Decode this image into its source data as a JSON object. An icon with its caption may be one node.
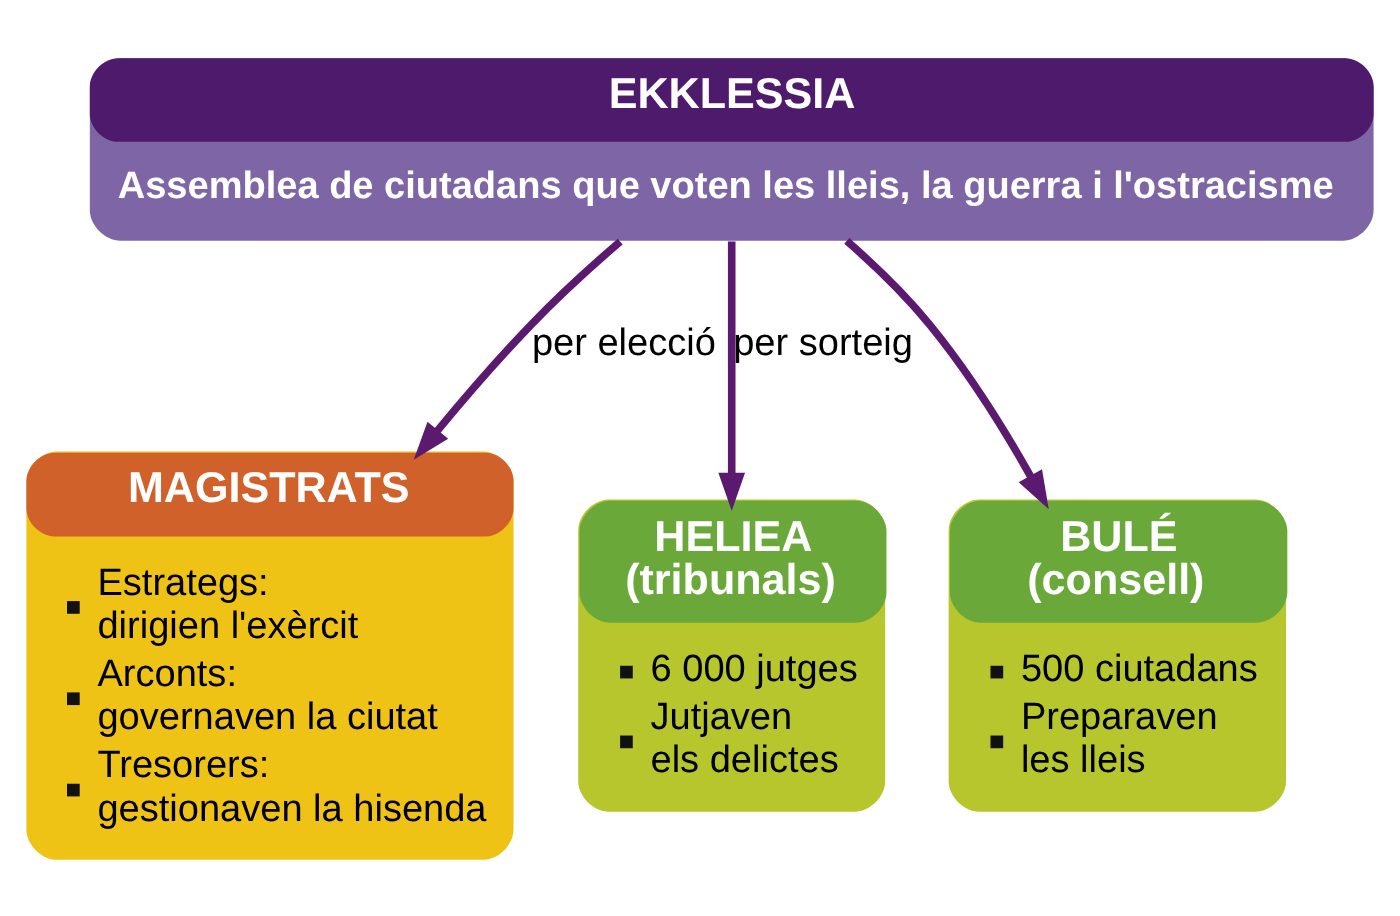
{
  "diagram": {
    "nodes": [
      {
        "text": [
          "EKKLESSIA",
          "Assemblea de ciutadans que voten les lleis, la guerra i l'ostracisme"
        ]
      },
      {
        "text": [
          "MAGISTRATS",
          "Estrategs: dirigien l'exèrcit",
          "Arconts: governaven la ciutat",
          "Tresorers: gestionaven la hisenda"
        ]
      },
      {
        "text": [
          "HELIEA (tribunals)",
          "6 000 jutges",
          "Jutjaven els delictes"
        ]
      },
      {
        "text": [
          "BULÉ (consell)",
          "500 ciutadans",
          "Preparaven les lleis"
        ]
      }
    ],
    "edges": [
      {
        "from": 0,
        "to": 1,
        "arrow": "to",
        "label": "per elecció"
      },
      {
        "from": 0,
        "to": 2,
        "arrow": "to",
        "label": "per sorteig"
      },
      {
        "from": 0,
        "to": 3,
        "arrow": "to"
      }
    ]
  }
}
